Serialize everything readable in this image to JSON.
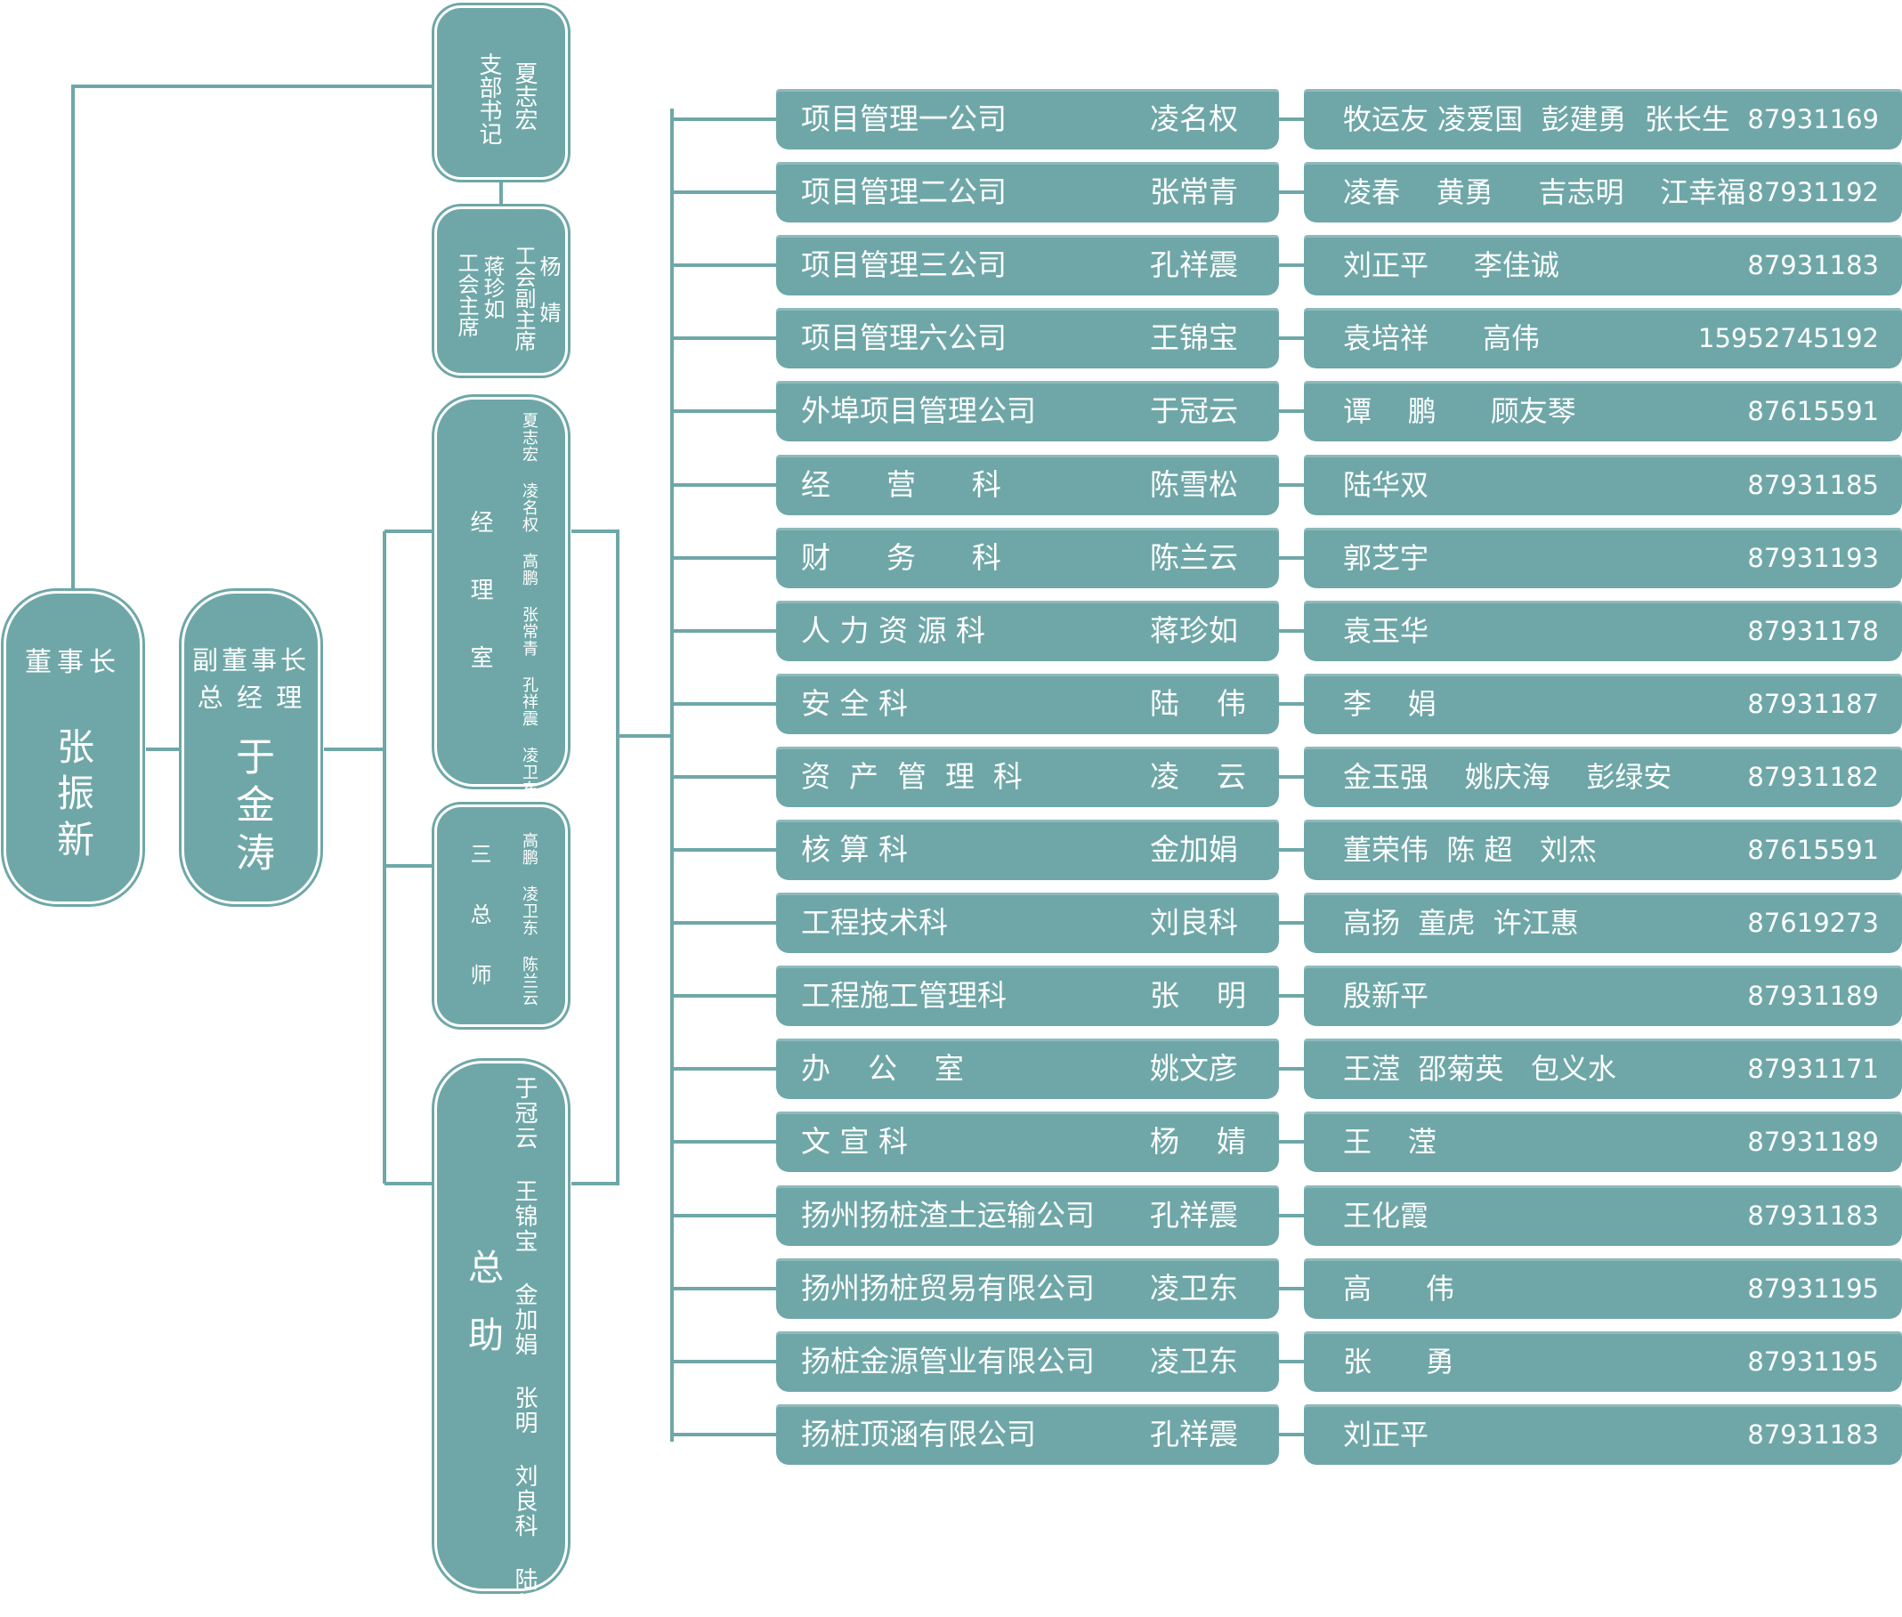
{
  "colors": {
    "accent": "#6fa7a8",
    "text_on_accent": "#ffffff",
    "line": "#6fa7a8"
  },
  "leaders": {
    "chairman": {
      "title": "董事长",
      "name": "张振新"
    },
    "vice_chairman": {
      "title_line1": "副董事长",
      "title_line2": "总 经 理",
      "name": "于金涛"
    }
  },
  "offices": {
    "party_secretary": {
      "title": "支部书记",
      "name": "夏志宏"
    },
    "union": {
      "col1": "杨 婧",
      "col2": "工会副主席",
      "col3": "蒋珍如",
      "col4": "工会主席"
    },
    "manager_office": {
      "title": "经理室",
      "members": [
        "夏志宏",
        "凌名权",
        "高鹏",
        "张常青",
        "孔祥震",
        "凌卫东"
      ]
    },
    "three_chiefs": {
      "title": "三总师",
      "members": [
        "高鹏",
        "凌卫东",
        "陈兰云"
      ]
    },
    "assistants": {
      "title": "总助",
      "members": [
        "于冠云",
        "王锦宝",
        "金加娟",
        "张明",
        "刘良科",
        "陆伟"
      ]
    }
  },
  "departments": [
    {
      "name": "项目管理一公司",
      "head": "凌名权",
      "staff": "牧运友 凌爱国  彭建勇  张长生",
      "phone": "87931169"
    },
    {
      "name": "项目管理二公司",
      "head": "张常青",
      "staff": "凌春    黄勇     吉志明    江幸福",
      "phone": "87931192"
    },
    {
      "name": "项目管理三公司",
      "head": "孔祥震",
      "staff": "刘正平     李佳诚",
      "phone": "87931183"
    },
    {
      "name": "项目管理六公司",
      "head": "王锦宝",
      "staff": "袁培祥      高伟",
      "phone": "15952745192"
    },
    {
      "name": "外埠项目管理公司",
      "head": "于冠云",
      "staff": "谭    鹏      顾友琴",
      "phone": "87615591"
    },
    {
      "name": "经      营      科",
      "head": "陈雪松",
      "staff": "陆华双",
      "phone": "87931185"
    },
    {
      "name": "财      务      科",
      "head": "陈兰云",
      "staff": "郭芝宇",
      "phone": "87931193"
    },
    {
      "name": "人 力 资 源 科",
      "head": "蒋珍如",
      "staff": "袁玉华",
      "phone": "87931178"
    },
    {
      "name": "安 全 科",
      "head": "陆    伟",
      "staff": "李    娟",
      "phone": "87931187"
    },
    {
      "name": "资  产  管  理  科",
      "head": "凌    云",
      "staff": "金玉强    姚庆海    彭绿安",
      "phone": "87931182"
    },
    {
      "name": "核 算 科",
      "head": "金加娟",
      "staff": "董荣伟  陈 超   刘杰",
      "phone": "87615591"
    },
    {
      "name": "工程技术科",
      "head": "刘良科",
      "staff": "高扬  童虎  许江惠",
      "phone": "87619273"
    },
    {
      "name": "工程施工管理科",
      "head": "张    明",
      "staff": "殷新平",
      "phone": "87931189"
    },
    {
      "name": "办    公    室",
      "head": "姚文彦",
      "staff": "王滢  邵菊英   包义水",
      "phone": "87931171"
    },
    {
      "name": "文 宣 科",
      "head": "杨    婧",
      "staff": "王    滢",
      "phone": "87931189"
    },
    {
      "name": "扬州扬桩渣土运输公司",
      "head": "孔祥震",
      "staff": "王化霞",
      "phone": "87931183"
    },
    {
      "name": "扬州扬桩贸易有限公司",
      "head": "凌卫东",
      "staff": "高      伟",
      "phone": "87931195"
    },
    {
      "name": "扬桩金源管业有限公司",
      "head": "凌卫东",
      "staff": "张      勇",
      "phone": "87931195"
    },
    {
      "name": "扬桩顶涵有限公司",
      "head": "孔祥震",
      "staff": "刘正平",
      "phone": "87931183"
    }
  ]
}
